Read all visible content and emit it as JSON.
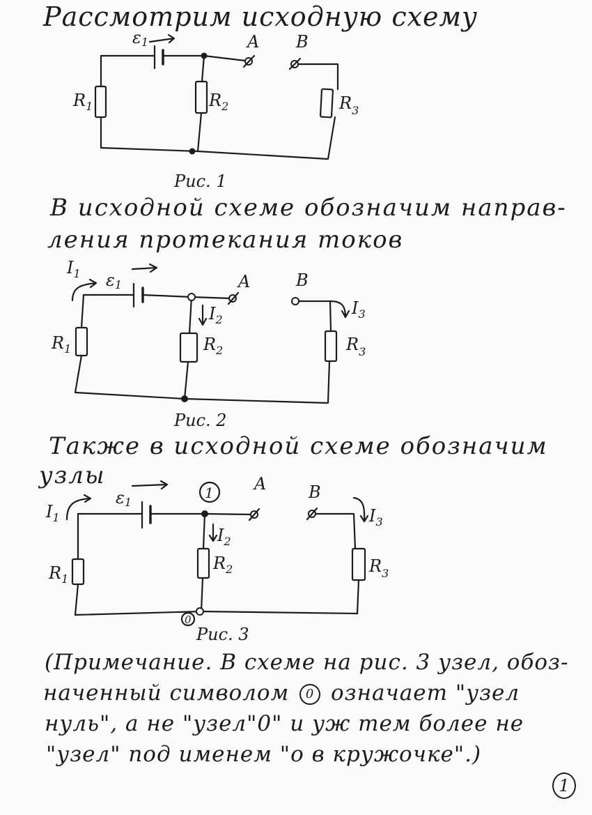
{
  "text": {
    "heading": "Рассмотрим исходную схему",
    "para1_line1": "В исходной схеме обозначим направ-",
    "para1_line2": "ления протекания токов",
    "para2_line1": "Также в исходной схеме обозначим",
    "para2_line2": "узлы",
    "note_line1": "(Примечание. В схеме на рис. 3 узел, обоз-",
    "note_line2a": "наченный символом",
    "note_line2b": "означает \"узел",
    "note_line3": "нуль\", а не \"узел\"0\" и уж тем более не",
    "note_line4": "\"узел\" под именем \"о в кружочке\".)",
    "node_zero": "0",
    "page_number": "1"
  },
  "figure1": {
    "caption": "Рис. 1",
    "labels": {
      "emf": "ε",
      "emf_sub": "1",
      "terminal_a": "A",
      "terminal_b": "B",
      "r1": "R",
      "r1_sub": "1",
      "r2": "R",
      "r2_sub": "2",
      "r3": "R",
      "r3_sub": "3"
    }
  },
  "figure2": {
    "caption": "Рис. 2",
    "labels": {
      "emf": "ε",
      "emf_sub": "1",
      "terminal_a": "A",
      "terminal_b": "B",
      "r1": "R",
      "r1_sub": "1",
      "r2": "R",
      "r2_sub": "2",
      "r3": "R",
      "r3_sub": "3",
      "i1": "I",
      "i1_sub": "1",
      "i2": "I",
      "i2_sub": "2",
      "i3": "I",
      "i3_sub": "3"
    }
  },
  "figure3": {
    "caption": "Рис. 3",
    "labels": {
      "emf": "ε",
      "emf_sub": "1",
      "terminal_a": "A",
      "terminal_b": "B",
      "r1": "R",
      "r1_sub": "1",
      "r2": "R",
      "r2_sub": "2",
      "r3": "R",
      "r3_sub": "3",
      "i1": "I",
      "i1_sub": "1",
      "i2": "I",
      "i2_sub": "2",
      "i3": "I",
      "i3_sub": "3",
      "node1": "1",
      "node0": "0"
    }
  }
}
